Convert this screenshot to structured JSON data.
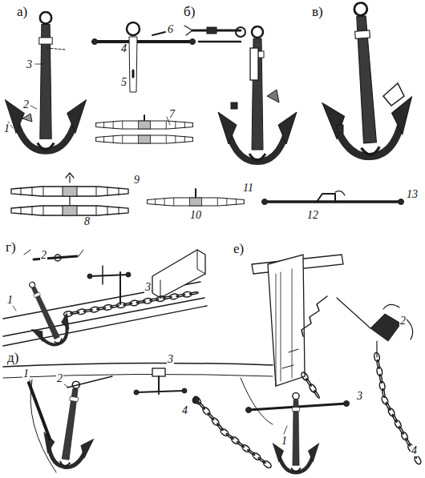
{
  "diagram": {
    "labels": [
      "а)",
      "1",
      "2",
      "3",
      "4",
      "5",
      "6",
      "7",
      "б)",
      "в)",
      "9",
      "8",
      "10",
      "11",
      "12",
      "13",
      "г)",
      "1",
      "2",
      "3",
      "д)",
      "1",
      "2",
      "3",
      "4",
      "е)",
      "1",
      "2",
      "3",
      "4"
    ]
  }
}
